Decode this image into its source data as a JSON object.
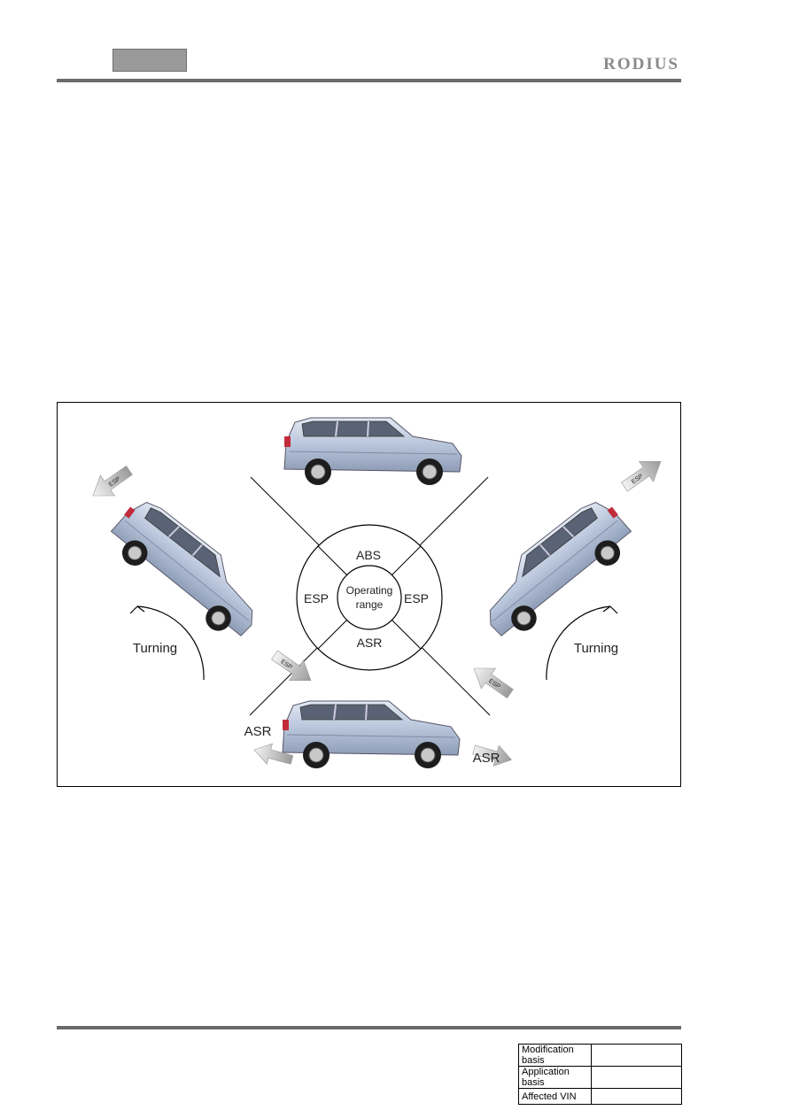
{
  "header": {
    "brand": "RODIUS"
  },
  "figure": {
    "center_line1": "Operating",
    "center_line2": "range",
    "label_abs": "ABS",
    "label_esp_left": "ESP",
    "label_esp_right": "ESP",
    "label_asr_center": "ASR",
    "label_turning_left": "Turning",
    "label_turning_right": "Turning",
    "label_asr_bottom_left": "ASR",
    "label_asr_bottom_right": "ASR",
    "arrow_label_esp": "ESP"
  },
  "footer_table": [
    {
      "label": "Modification basis",
      "value": ""
    },
    {
      "label": "Application basis",
      "value": ""
    },
    {
      "label": "Affected VIN",
      "value": ""
    }
  ]
}
